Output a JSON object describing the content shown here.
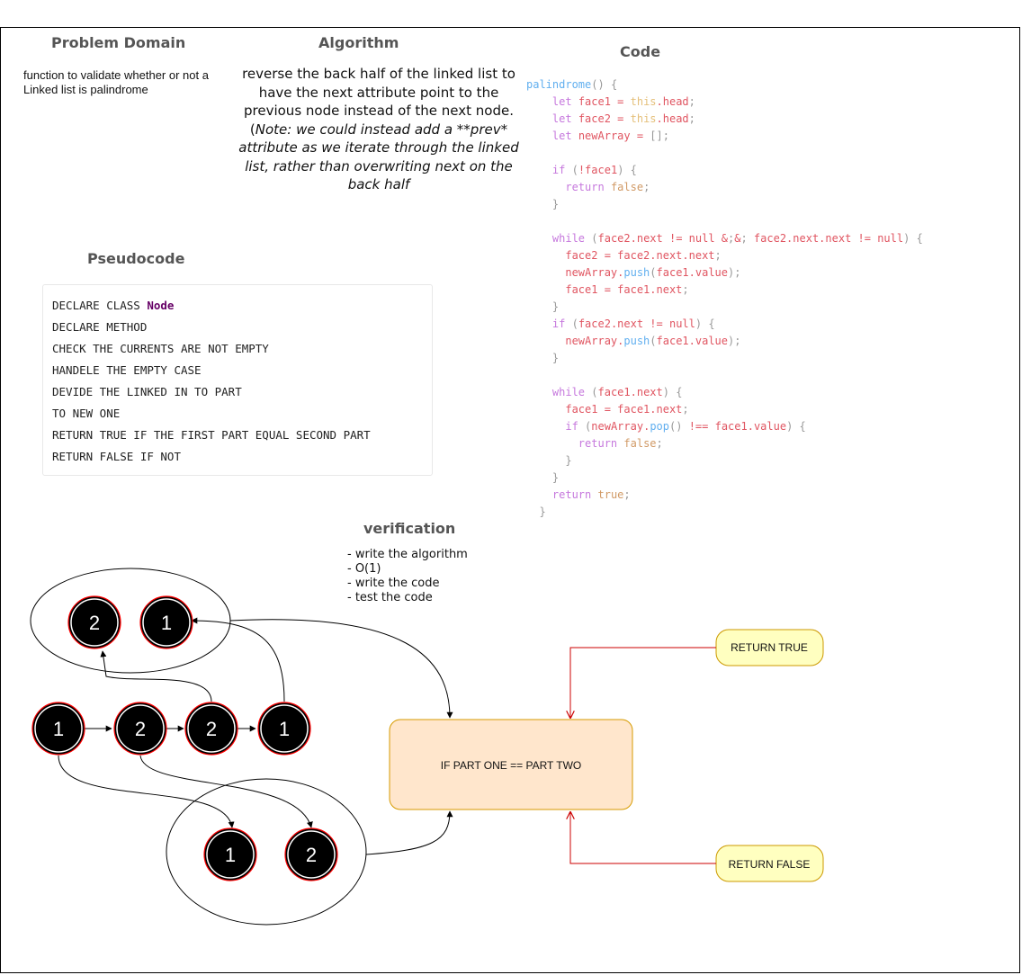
{
  "headings": {
    "problem": "Problem Domain",
    "algorithm": "Algorithm",
    "code": "Code",
    "pseudocode": "Pseudocode",
    "verification": "verification"
  },
  "problem_text": "function to validate whether or not a Linked list is palindrome",
  "algorithm_text": {
    "normal": "reverse the back half of the linked list to have the next attribute point to the previous node instead of the next node. (",
    "italic": "Note: we could instead add a **prev* attribute as we iterate through the linked list, rather than overwriting next on the back half"
  },
  "code_lines": [
    "palindrome() {",
    "    let face1 = this.head;",
    "    let face2 = this.head;",
    "    let newArray = [];",
    "",
    "    if (!face1) {",
    "      return false;",
    "    }",
    "",
    "    while (face2.next != null && face2.next.next != null) {",
    "      face2 = face2.next.next;",
    "      newArray.push(face1.value);",
    "      face1 = face1.next;",
    "    }",
    "    if (face2.next != null) {",
    "      newArray.push(face1.value);",
    "    }",
    "",
    "    while (face1.next) {",
    "      face1 = face1.next;",
    "      if (newArray.pop() !== face1.value) {",
    "        return false;",
    "      }",
    "    }",
    "    return true;",
    "  }"
  ],
  "pseudocode_lines": [
    "DECLARE CLASS ",
    "DECLARE METHOD",
    "CHECK THE CURRENTS ARE NOT EMPTY",
    "HANDELE THE EMPTY CASE",
    "DEVIDE THE LINKED IN TO PART",
    "TO NEW ONE",
    "RETURN TRUE IF THE FIRST PART EQUAL SECOND PART",
    "RETURN FALSE IF NOT"
  ],
  "pseudocode_bold": "Node",
  "verification_items": [
    "- write the algorithm",
    "- O(1)",
    "- write the code",
    "- test the code"
  ],
  "nodes": {
    "top_group": [
      "2",
      "1"
    ],
    "main_list": [
      "1",
      "2",
      "2",
      "1"
    ],
    "bottom_group": [
      "1",
      "2"
    ]
  },
  "decision_label": "IF PART ONE == PART TWO",
  "return_true_label": "RETURN TRUE",
  "return_false_label": "RETURN FALSE",
  "colors": {
    "node_fill": "#000000",
    "node_ring": "#ff0000",
    "decision_fill": "#ffe6cc",
    "decision_border": "#d79b00",
    "terminal_fill": "#ffffc0",
    "terminal_border": "#cc9900",
    "red_line": "#cc0000"
  }
}
